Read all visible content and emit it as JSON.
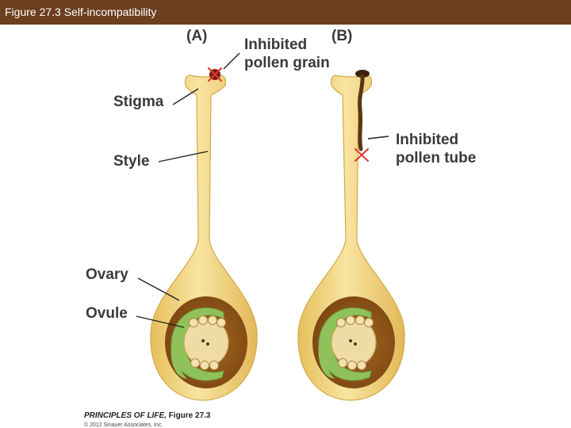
{
  "header": {
    "title": "Figure 27.3  Self-incompatibility"
  },
  "panels": {
    "a": "(A)",
    "b": "(B)"
  },
  "labels": {
    "inhibited_grain_line1": "Inhibited",
    "inhibited_grain_line2": "pollen grain",
    "inhibited_tube_line1": "Inhibited",
    "inhibited_tube_line2": "pollen tube",
    "stigma": "Stigma",
    "style": "Style",
    "ovary": "Ovary",
    "ovule": "Ovule"
  },
  "credit": {
    "book": "PRINCIPLES OF LIFE,",
    "figure": " Figure 27.3",
    "copyright": "© 2012 Sinauer Associates, Inc."
  },
  "colors": {
    "header_bg": "#6b3f1f",
    "pistil_fill": "#efcf74",
    "pistil_outline": "#d1a94a",
    "ovary_cavity": "#8a5216",
    "ovule_green": "#8fc25a",
    "nucellus": "#efdca4",
    "pollen_tube": "#5a3614",
    "inhibition_mark": "#e0382d"
  },
  "icons": [
    "x-mark-icon",
    "pollen-grain-icon"
  ]
}
